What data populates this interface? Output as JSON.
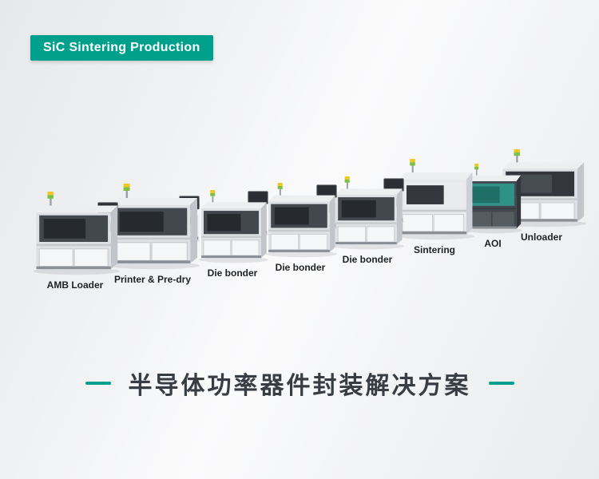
{
  "badge": {
    "label": "SiC Sintering Production"
  },
  "machines": [
    {
      "label": "AMB Loader"
    },
    {
      "label": "Printer & Pre-dry"
    },
    {
      "label": "Die bonder"
    },
    {
      "label": "Die bonder"
    },
    {
      "label": "Die bonder"
    },
    {
      "label": "Sintering"
    },
    {
      "label": "AOI"
    },
    {
      "label": "Unloader"
    }
  ],
  "headline": {
    "text": "半导体功率器件封装解决方案"
  },
  "colors": {
    "accent": "#00A08D"
  }
}
